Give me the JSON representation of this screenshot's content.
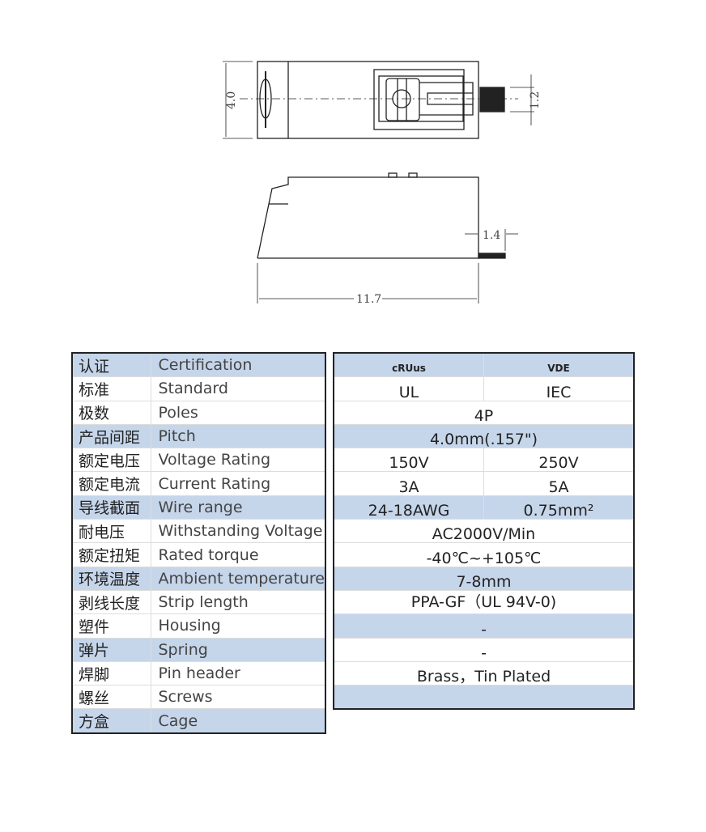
{
  "drawing": {
    "dim_width": "4.0",
    "dim_pin": "1.2",
    "dim_pin_len": "1.4",
    "dim_length": "11.7"
  },
  "specs": [
    {
      "zh": "认证",
      "en": "Certification",
      "ul": "cRUus",
      "iec": "VDE"
    },
    {
      "zh": "标准",
      "en": "Standard",
      "ul": "UL",
      "iec": "IEC"
    },
    {
      "zh": "极数",
      "en": "Poles",
      "value": "4P"
    },
    {
      "zh": "产品间距",
      "en": "Pitch",
      "value": "4.0mm(.157\")"
    },
    {
      "zh": "额定电压",
      "en": "Voltage Rating",
      "ul": "150V",
      "iec": "250V"
    },
    {
      "zh": "额定电流",
      "en": "Current Rating",
      "ul": "3A",
      "iec": "5A"
    },
    {
      "zh": "导线截面",
      "en": "Wire range",
      "ul": "24-18AWG",
      "iec": "0.75mm²"
    },
    {
      "zh": "耐电压",
      "en": "Withstanding Voltage",
      "value": "AC2000V/Min"
    },
    {
      "zh": "额定扭矩",
      "en": "Rated torque",
      "value": "-40℃~+105℃"
    },
    {
      "zh": "环境温度",
      "en": "Ambient temperature",
      "value": "7-8mm"
    },
    {
      "zh": "剥线长度",
      "en": "Strip length",
      "value": "PPA-GF（UL 94V-0)"
    },
    {
      "zh": "塑件",
      "en": "Housing"
    },
    {
      "zh": "弹片",
      "en": "Spring",
      "value": "-"
    },
    {
      "zh": "焊脚",
      "en": "Pin header",
      "value": "-"
    },
    {
      "zh": "螺丝",
      "en": "Screws",
      "value": "Brass，Tin Plated"
    },
    {
      "zh": "方盒",
      "en": "Cage",
      "value": ""
    }
  ],
  "colors": {
    "row_highlight": "#c5d5ea"
  }
}
